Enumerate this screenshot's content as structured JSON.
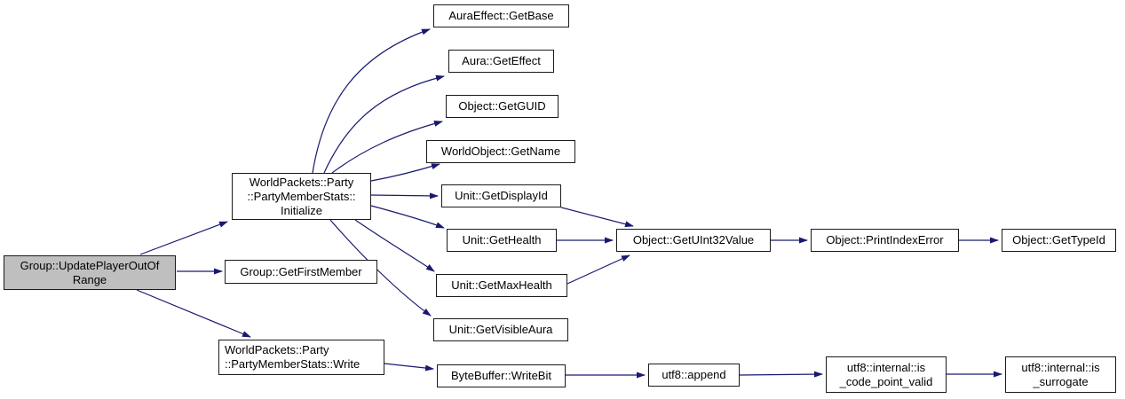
{
  "diagram": {
    "kind": "call-graph",
    "colors": {
      "edge": "#191970",
      "node_border": "#1a1a1a",
      "node_fill": "#ffffff",
      "highlight_fill": "#bfbfbf",
      "background": "#ffffff",
      "text": "#000000"
    },
    "nodes": {
      "update_player_out_of_range": {
        "label": "Group::UpdatePlayerOutOf\nRange",
        "highlighted": true
      },
      "initialize": {
        "label": "WorldPackets::Party\n::PartyMemberStats::\nInitialize"
      },
      "get_first_member": {
        "label": "Group::GetFirstMember"
      },
      "write": {
        "label": "WorldPackets::Party\n::PartyMemberStats::Write"
      },
      "aura_effect_get_base": {
        "label": "AuraEffect::GetBase"
      },
      "aura_get_effect": {
        "label": "Aura::GetEffect"
      },
      "object_get_guid": {
        "label": "Object::GetGUID"
      },
      "world_object_get_name": {
        "label": "WorldObject::GetName"
      },
      "unit_get_display_id": {
        "label": "Unit::GetDisplayId"
      },
      "unit_get_health": {
        "label": "Unit::GetHealth"
      },
      "unit_get_max_health": {
        "label": "Unit::GetMaxHealth"
      },
      "unit_get_visible_aura": {
        "label": "Unit::GetVisibleAura"
      },
      "object_get_uint32_value": {
        "label": "Object::GetUInt32Value"
      },
      "object_print_index_error": {
        "label": "Object::PrintIndexError"
      },
      "object_get_type_id": {
        "label": "Object::GetTypeId"
      },
      "byte_buffer_write_bit": {
        "label": "ByteBuffer::WriteBit"
      },
      "utf8_append": {
        "label": "utf8::append"
      },
      "utf8_internal_is_code_point_valid": {
        "label": "utf8::internal::is\n_code_point_valid"
      },
      "utf8_internal_is_surrogate": {
        "label": "utf8::internal::is\n_surrogate"
      }
    },
    "edges": [
      {
        "from": "update_player_out_of_range",
        "to": "initialize"
      },
      {
        "from": "update_player_out_of_range",
        "to": "get_first_member"
      },
      {
        "from": "update_player_out_of_range",
        "to": "write"
      },
      {
        "from": "initialize",
        "to": "aura_effect_get_base"
      },
      {
        "from": "initialize",
        "to": "aura_get_effect"
      },
      {
        "from": "initialize",
        "to": "object_get_guid"
      },
      {
        "from": "initialize",
        "to": "world_object_get_name"
      },
      {
        "from": "initialize",
        "to": "unit_get_display_id"
      },
      {
        "from": "initialize",
        "to": "unit_get_health"
      },
      {
        "from": "initialize",
        "to": "unit_get_max_health"
      },
      {
        "from": "initialize",
        "to": "unit_get_visible_aura"
      },
      {
        "from": "unit_get_display_id",
        "to": "object_get_uint32_value"
      },
      {
        "from": "unit_get_health",
        "to": "object_get_uint32_value"
      },
      {
        "from": "unit_get_max_health",
        "to": "object_get_uint32_value"
      },
      {
        "from": "object_get_uint32_value",
        "to": "object_print_index_error"
      },
      {
        "from": "object_print_index_error",
        "to": "object_get_type_id"
      },
      {
        "from": "write",
        "to": "byte_buffer_write_bit"
      },
      {
        "from": "byte_buffer_write_bit",
        "to": "utf8_append"
      },
      {
        "from": "utf8_append",
        "to": "utf8_internal_is_code_point_valid"
      },
      {
        "from": "utf8_internal_is_code_point_valid",
        "to": "utf8_internal_is_surrogate"
      }
    ]
  }
}
